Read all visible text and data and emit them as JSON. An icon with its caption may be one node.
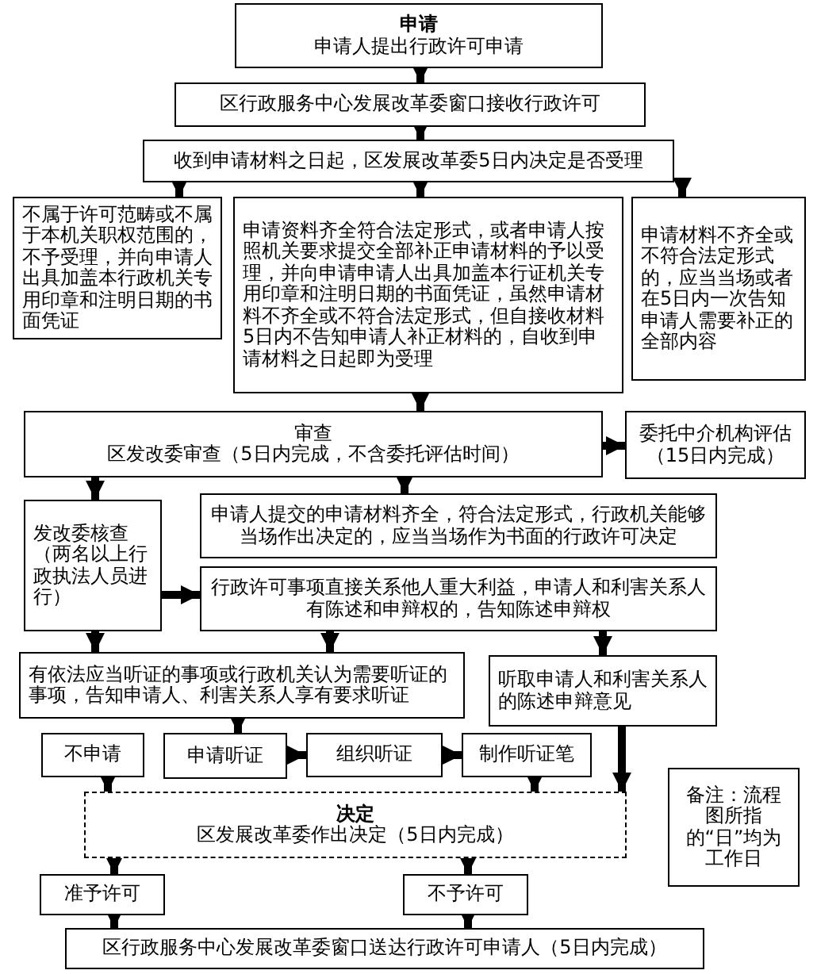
{
  "diagram": {
    "nodes": [
      {
        "text": [
          "申请",
          "申请人提出行政许可申请"
        ]
      },
      {
        "text": [
          "区行政服务中心发展改革委窗口接收行政许可"
        ]
      },
      {
        "text": [
          "收到申请材料之日起，区发展改革委5日内决定是否受理"
        ]
      },
      {
        "text": [
          "不属于许可范畴或不属于本机关职权范围的，不予受理，并向申请人出具加盖本行政机关专用印章和注明日期的书面凭证"
        ]
      },
      {
        "text": [
          "申请资料齐全符合法定形式，或者申请人按照机关要求提交全部补正申请材料的予以受理，并向申请申请人出具加盖本行证机关专用印章和注明日期的书面凭证，虽然申请材料不齐全或不符合法定形式，但自接收材料5日内不告知申请人补正材料的，自收到申请材料之日起即为受理"
        ]
      },
      {
        "text": [
          "申请材料不齐全或不符合法定形式的，应当当场或者在5日内一次告知申请人需要补正的全部内容"
        ]
      },
      {
        "text": [
          "审查",
          "区发改委审查（5日内完成，不含委托评估时间）"
        ]
      },
      {
        "text": [
          "委托中介机构评估（15日内完成）"
        ]
      },
      {
        "text": [
          "发改委核查（两名以上行政执法人员进行）"
        ]
      },
      {
        "text": [
          "申请人提交的申请材料齐全，符合法定形式，行政机关能够当场作出决定的，应当当场作为书面的行政许可决定"
        ]
      },
      {
        "text": [
          "行政许可事项直接关系他人重大利益，申请人和利害关系人有陈述和申辩权的，告知陈述申辩权"
        ]
      },
      {
        "text": [
          "有依法应当听证的事项或行政机关认为需要听证的事项，告知申请人、利害关系人享有要求听证"
        ]
      },
      {
        "text": [
          "听取申请人和利害关系人的陈述申辩意见"
        ]
      },
      {
        "text": [
          "不申请"
        ]
      },
      {
        "text": [
          "申请听证"
        ]
      },
      {
        "text": [
          "组织听证"
        ]
      },
      {
        "text": [
          "制作听证笔"
        ]
      },
      {
        "text": [
          "决定",
          "区发展改革委作出决定（5日内完成）"
        ]
      },
      {
        "text": [
          "准予许可"
        ]
      },
      {
        "text": [
          "不予许可"
        ]
      },
      {
        "text": [
          "区行政服务中心发展改革委窗口送达行政许可申请人（5日内完成）"
        ]
      },
      {
        "text": [
          "备注：流程图所指的“日”均为工作日"
        ]
      }
    ],
    "edges": [
      {
        "from": 0,
        "to": 1,
        "arrow": "to"
      },
      {
        "from": 1,
        "to": 2,
        "arrow": "to"
      },
      {
        "from": 2,
        "to": 3,
        "arrow": "to"
      },
      {
        "from": 2,
        "to": 4,
        "arrow": "to"
      },
      {
        "from": 2,
        "to": 5,
        "arrow": "to"
      },
      {
        "from": 4,
        "to": 6,
        "arrow": "to"
      },
      {
        "from": 6,
        "to": 7,
        "arrow": "to"
      },
      {
        "from": 6,
        "to": 8,
        "arrow": "to"
      },
      {
        "from": 6,
        "to": 9,
        "arrow": "to"
      },
      {
        "from": 8,
        "to": 10,
        "arrow": "to"
      },
      {
        "from": 8,
        "to": 11,
        "arrow": "to"
      },
      {
        "from": 10,
        "to": 11,
        "arrow": "to"
      },
      {
        "from": 10,
        "to": 12,
        "arrow": "to"
      },
      {
        "from": 11,
        "to": 14,
        "arrow": "to"
      },
      {
        "from": 14,
        "to": 15,
        "arrow": "to"
      },
      {
        "from": 15,
        "to": 16,
        "arrow": "to"
      },
      {
        "from": 13,
        "to": 17,
        "arrow": "to"
      },
      {
        "from": 16,
        "to": 17,
        "arrow": "to"
      },
      {
        "from": 12,
        "to": 17,
        "arrow": "to"
      },
      {
        "from": 17,
        "to": 18,
        "arrow": "to"
      },
      {
        "from": 17,
        "to": 19,
        "arrow": "to"
      },
      {
        "from": 18,
        "to": 20,
        "arrow": "to"
      },
      {
        "from": 19,
        "to": 20,
        "arrow": "to"
      }
    ]
  }
}
